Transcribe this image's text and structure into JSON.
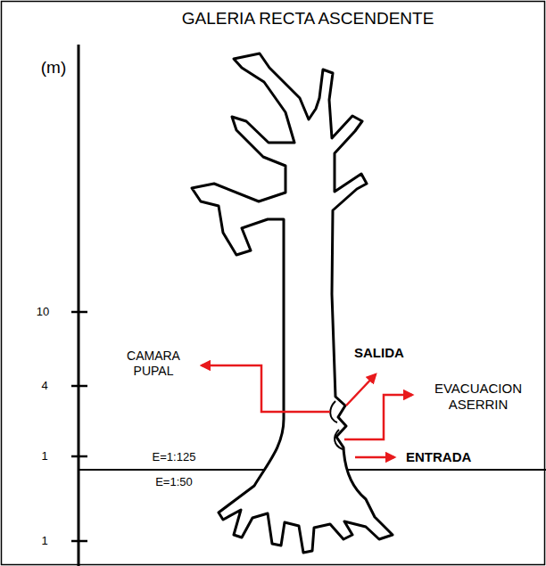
{
  "diagram": {
    "title": "GALERIA RECTA ASCENDENTE",
    "labels": [
      "(m)",
      "10",
      "4",
      "1",
      "E=1:125",
      "E=1:50",
      "1",
      "CAMARA PUPAL",
      "SALIDA",
      "EVACUACION ASERRIN",
      "ENTRADA"
    ]
  }
}
